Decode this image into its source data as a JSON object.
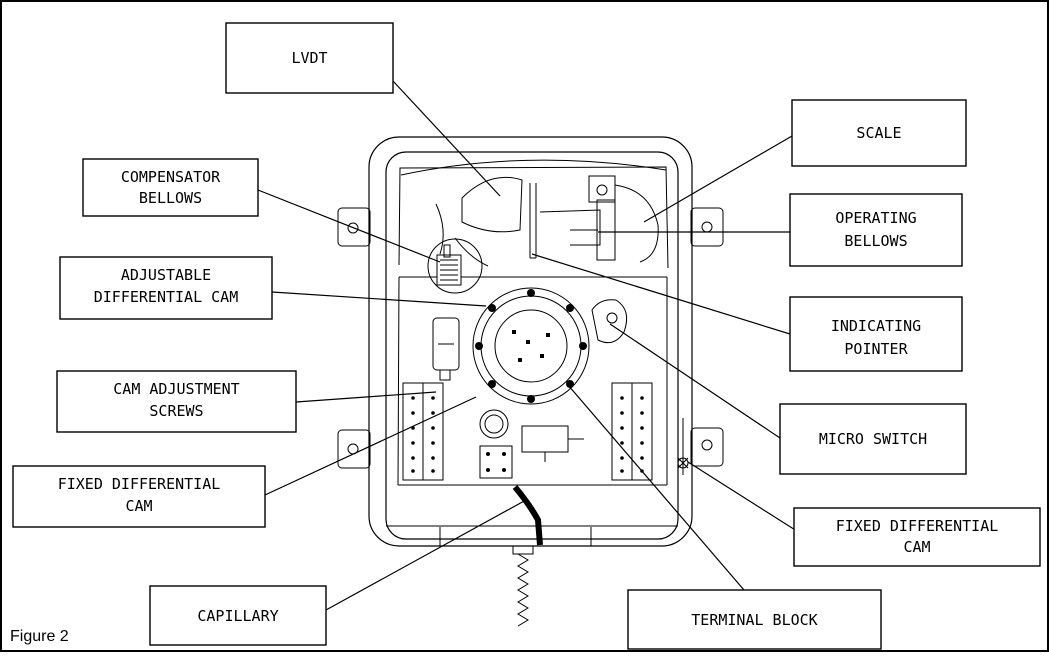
{
  "figure_caption": "Figure 2",
  "labels": {
    "lvdt": [
      "LVDT"
    ],
    "scale": [
      "SCALE"
    ],
    "compensator_bellows": [
      "COMPENSATOR",
      "BELLOWS"
    ],
    "operating_bellows": [
      "OPERATING",
      "BELLOWS"
    ],
    "adjustable_differential_cam": [
      "ADJUSTABLE",
      "DIFFERENTIAL CAM"
    ],
    "indicating_pointer": [
      "INDICATING",
      "POINTER"
    ],
    "cam_adjustment_screws": [
      "CAM ADJUSTMENT",
      "SCREWS"
    ],
    "micro_switch": [
      "MICRO SWITCH"
    ],
    "fixed_differential_cam_left": [
      "FIXED DIFFERENTIAL",
      "CAM"
    ],
    "fixed_differential_cam_right": [
      "FIXED DIFFERENTIAL",
      "CAM"
    ],
    "capillary": [
      "CAPILLARY"
    ],
    "terminal_block": [
      "TERMINAL BLOCK"
    ]
  }
}
